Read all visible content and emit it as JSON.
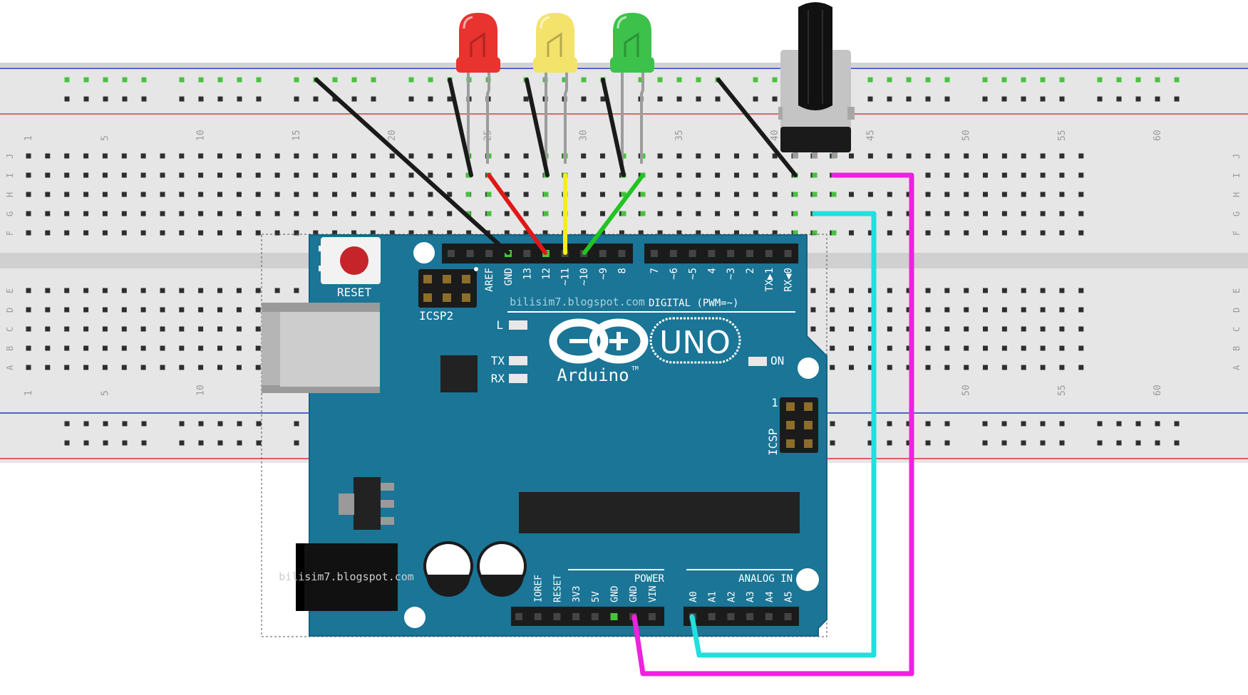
{
  "breadboard": {
    "column_numbers_top": [
      "1",
      "5",
      "10",
      "15",
      "20",
      "25",
      "30",
      "35",
      "40",
      "45",
      "50",
      "55",
      "60"
    ],
    "column_numbers_bottom": [
      "1",
      "5",
      "10",
      "50",
      "55",
      "60"
    ],
    "row_letters_top": [
      "J",
      "I",
      "H",
      "G",
      "F"
    ],
    "row_letters_bottom": [
      "E",
      "D",
      "C",
      "B",
      "A"
    ]
  },
  "arduino": {
    "reset_label": "RESET",
    "icsp2_label": "ICSP2",
    "icsp_label": "ICSP",
    "icsp_pin1": "1",
    "l_label": "L",
    "tx_label": "TX",
    "rx_label": "RX",
    "on_label": "ON",
    "watermark_top": "bilisim7.blogspot.com",
    "watermark_jack": "bilisim7.blogspot.com",
    "digital_label": "DIGITAL (PWM=~)",
    "power_label": "POWER",
    "analog_label": "ANALOG IN",
    "uno_text": "UNO",
    "arduino_text": "Arduino",
    "tm": "TM",
    "digital_pins_left": [
      "AREF",
      "GND",
      "13",
      "12",
      "~11",
      "~10",
      "~9",
      "8"
    ],
    "digital_pins_right": [
      "7",
      "~6",
      "~5",
      "4",
      "~3",
      "2",
      "TX▶1",
      "RX◀0"
    ],
    "power_pins": [
      "IOREF",
      "RESET",
      "3V3",
      "5V",
      "GND",
      "GND",
      "VIN"
    ],
    "analog_pins": [
      "A0",
      "A1",
      "A2",
      "A3",
      "A4",
      "A5"
    ]
  },
  "components": {
    "leds": [
      {
        "color": "red",
        "fill": "#e8332e"
      },
      {
        "color": "yellow",
        "fill": "#f3e36a"
      },
      {
        "color": "green",
        "fill": "#3cc24a"
      }
    ],
    "potentiometer": "potentiometer"
  },
  "wires": {
    "black": "#1a1a1a",
    "red": "#e01818",
    "yellow": "#f4ee1a",
    "green": "#22c422",
    "cyan": "#22dede",
    "magenta": "#ee22dd"
  }
}
